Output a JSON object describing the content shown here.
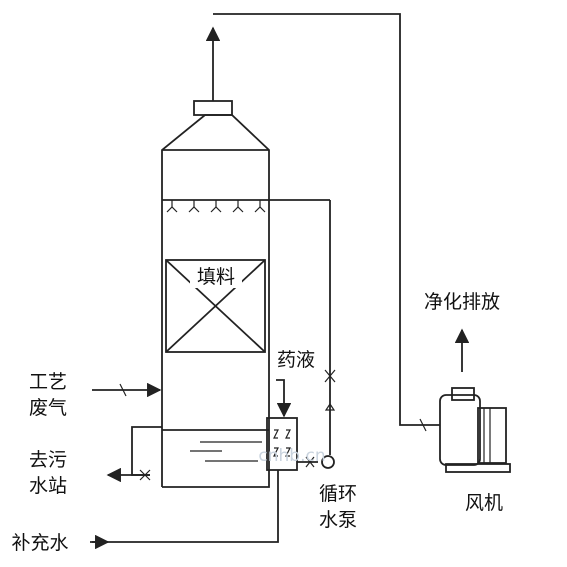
{
  "labels": {
    "packing": "填料",
    "chemical": "药液",
    "exhaust": "净化排放",
    "process_gas_1": "工艺",
    "process_gas_2": "废气",
    "sewage_1": "去污",
    "sewage_2": "水站",
    "makeup_water": "补充水",
    "pump_1": "循环",
    "pump_2": "水泵",
    "fan": "风机"
  },
  "watermark": "cnhb.cn",
  "colors": {
    "line": "#222222",
    "text": "#111111",
    "background": "#ffffff"
  }
}
